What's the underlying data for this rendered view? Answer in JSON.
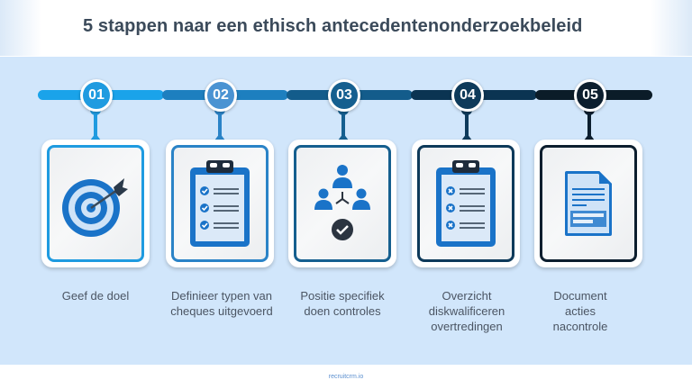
{
  "header": {
    "title": "5 stappen naar een ethisch antecedentenonderzoekbeleid"
  },
  "steps": [
    {
      "number": "01",
      "label": "Geef de doel",
      "icon": "target-icon",
      "color": "#1f9be0"
    },
    {
      "number": "02",
      "label": "Definieer typen van cheques uitgevoerd",
      "icon": "clipboard-check-icon",
      "color": "#3a86c8"
    },
    {
      "number": "03",
      "label": "Positie specifiek doen controles",
      "icon": "team-hierarchy-check-icon",
      "color": "#155f8f"
    },
    {
      "number": "04",
      "label": "Overzicht diskwalificeren overtredingen",
      "icon": "clipboard-x-icon",
      "color": "#0e3a5a"
    },
    {
      "number": "05",
      "label": "Document acties nacontrole",
      "icon": "document-icon",
      "color": "#0c1e2e"
    }
  ],
  "footer": {
    "brand": "recruitcrm.io"
  },
  "colors": {
    "band": "#d1e6fb",
    "title": "#3b4a5a",
    "icon_blue": "#1a73c8",
    "icon_dark": "#2b3440"
  }
}
